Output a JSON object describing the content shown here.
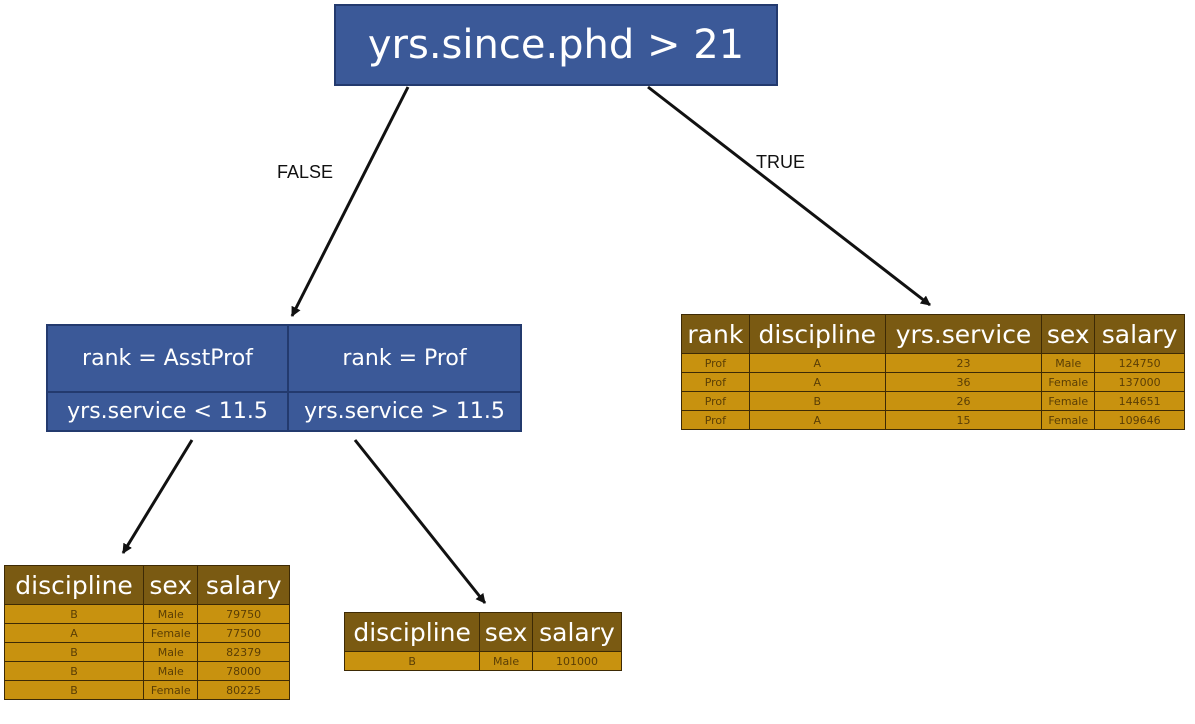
{
  "root": {
    "label": "yrs.since.phd > 21"
  },
  "edges": {
    "false_label": "FALSE",
    "true_label": "TRUE"
  },
  "split": {
    "cells": [
      "rank = AsstProf",
      "rank = Prof",
      "yrs.service < 11.5",
      "yrs.service > 11.5"
    ]
  },
  "colors": {
    "node_fill": "#3b5998",
    "table_header": "#7a5a12",
    "table_cell": "#c8920f",
    "arrow": "#111111"
  },
  "tables": {
    "leaf_left": {
      "headers": [
        "discipline",
        "sex",
        "salary"
      ],
      "rows": [
        [
          "B",
          "Male",
          "79750"
        ],
        [
          "A",
          "Female",
          "77500"
        ],
        [
          "B",
          "Male",
          "82379"
        ],
        [
          "B",
          "Male",
          "78000"
        ],
        [
          "B",
          "Female",
          "80225"
        ]
      ]
    },
    "leaf_middle": {
      "headers": [
        "discipline",
        "sex",
        "salary"
      ],
      "rows": [
        [
          "B",
          "Male",
          "101000"
        ]
      ]
    },
    "leaf_right": {
      "headers": [
        "rank",
        "discipline",
        "yrs.service",
        "sex",
        "salary"
      ],
      "rows": [
        [
          "Prof",
          "A",
          "23",
          "Male",
          "124750"
        ],
        [
          "Prof",
          "A",
          "36",
          "Female",
          "137000"
        ],
        [
          "Prof",
          "B",
          "26",
          "Female",
          "144651"
        ],
        [
          "Prof",
          "A",
          "15",
          "Female",
          "109646"
        ]
      ]
    }
  }
}
